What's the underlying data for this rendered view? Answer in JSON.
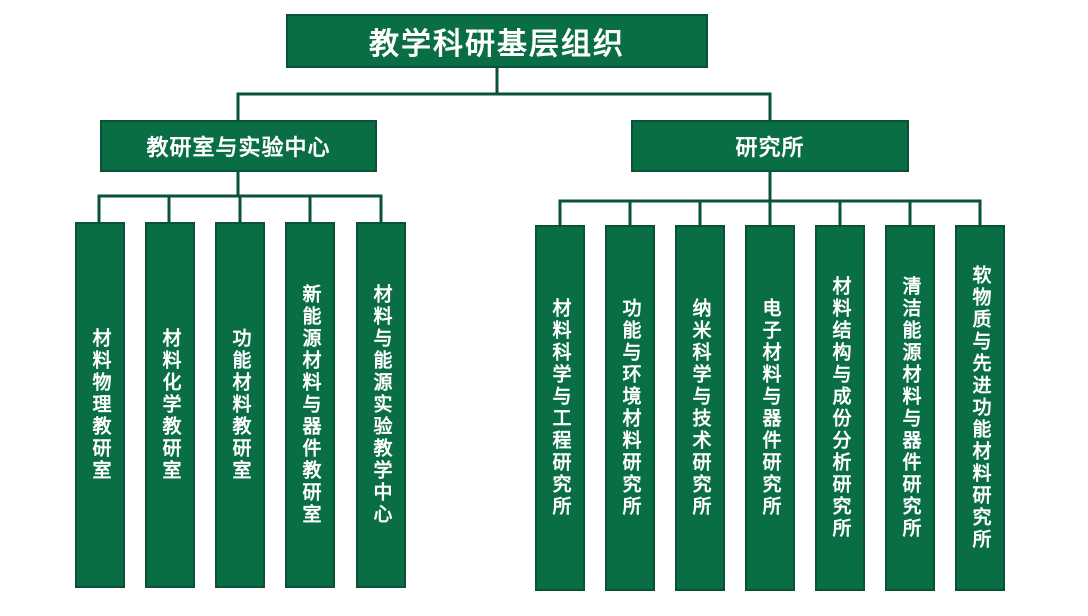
{
  "root": "教学科研基层组织",
  "groups": [
    {
      "label": "教研室与实验中心",
      "children": [
        "材料物理教研室",
        "材料化学教研室",
        "功能材料教研室",
        "新能源材料与器件教研室",
        "材料与能源实验教学中心"
      ]
    },
    {
      "label": "研究所",
      "children": [
        "材料科学与工程研究所",
        "功能与环境材料研究所",
        "纳米科学与技术研究所",
        "电子材料与器件研究所",
        "材料结构与成份分析研究所",
        "清洁能源材料与器件研究所",
        "软物质与先进功能材料研究所"
      ]
    }
  ],
  "colors": {
    "box_fill": "#0a6e45",
    "box_border": "#0a5235",
    "text": "#ffffff"
  }
}
